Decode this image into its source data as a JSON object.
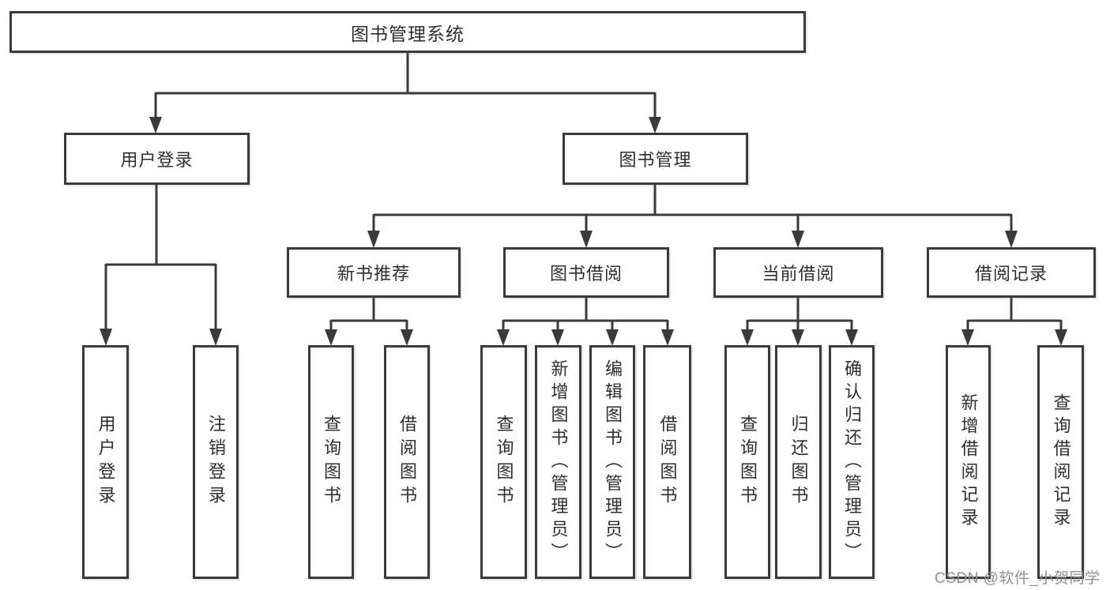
{
  "diagram": {
    "type": "tree",
    "root": "图书管理系统",
    "branches": [
      {
        "label": "用户登录",
        "leaves": [
          "用户登录",
          "注销登录"
        ]
      },
      {
        "label": "图书管理",
        "groups": [
          {
            "label": "新书推荐",
            "leaves": [
              "查询图书",
              "借阅图书"
            ]
          },
          {
            "label": "图书借阅",
            "leaves": [
              "查询图书",
              "新增图书（管理员）",
              "编辑图书（管理员）",
              "借阅图书"
            ]
          },
          {
            "label": "当前借阅",
            "leaves": [
              "查询图书",
              "归还图书",
              "确认归还（管理员）"
            ]
          },
          {
            "label": "借阅记录",
            "leaves": [
              "新增借阅记录",
              "查询借阅记录"
            ]
          }
        ]
      }
    ]
  },
  "colors": {
    "line": "#3a3a3a",
    "text": "#2e2e2e",
    "background": "#ffffff",
    "watermark": "#8f8f8f"
  },
  "watermark": "CSDN @软件_小贺同学"
}
